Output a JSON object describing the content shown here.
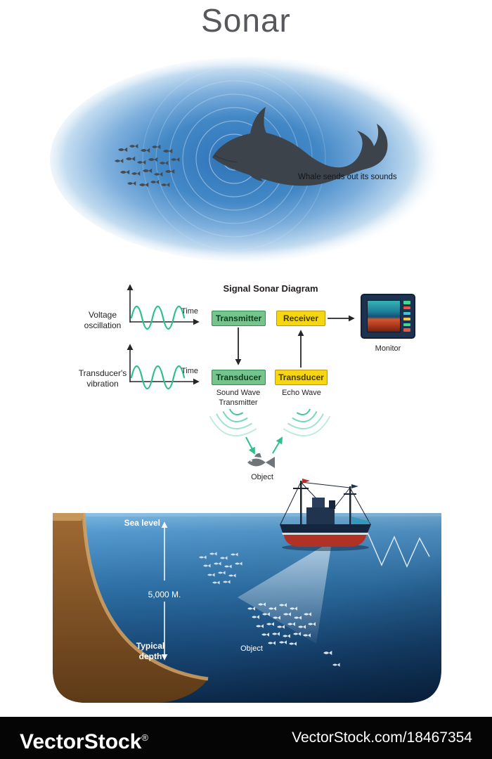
{
  "title": "Sonar",
  "whale": {
    "caption": "Whale sends out its sounds"
  },
  "signal": {
    "heading": "Signal Sonar Diagram",
    "voltage_label": "Voltage oscillation",
    "vibration_label": "Transducer's vibration",
    "time_label_top": "Time",
    "time_label_bottom": "Time",
    "transmitter": "Transmitter",
    "receiver": "Receiver",
    "transducer_left": "Transducer",
    "transducer_right": "Transducer",
    "sound_wave_label": "Sound Wave Transmitter",
    "echo_wave_label": "Echo Wave",
    "monitor_label": "Monitor",
    "object_label": "Object"
  },
  "ocean": {
    "sea_level_label": "Sea level",
    "depth_value": "5,000 M.",
    "typical_depth_label": "Typical depth",
    "object_label": "Object"
  },
  "footer": {
    "brand": "VectorStock",
    "registered_mark": "®",
    "url": "VectorStock.com/18467354"
  },
  "colors": {
    "transmitter_green": "#74c48c",
    "receiver_yellow": "#f6d511",
    "wave_green": "#2fbf8f",
    "sonar_field_blue": "#2c72b8",
    "ocean_blue": "#2a6aa6",
    "land_brown": "#8a5a2b",
    "ship_hull_navy": "#142540",
    "ship_hull_red": "#b03226"
  }
}
